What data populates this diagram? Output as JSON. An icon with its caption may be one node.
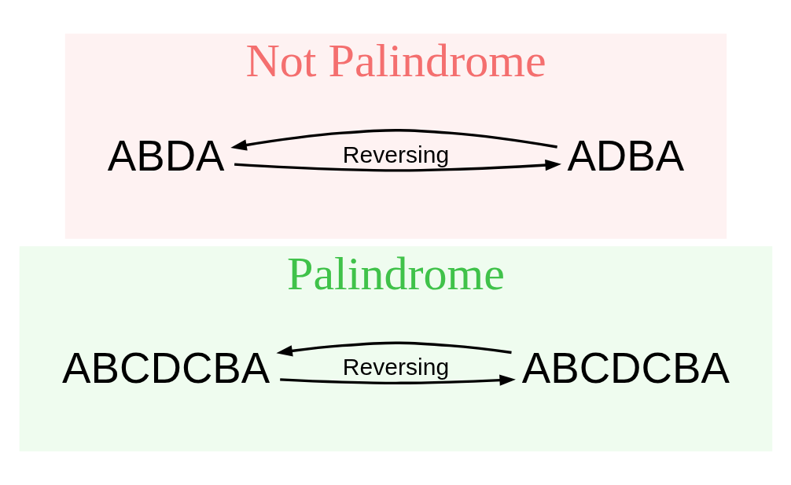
{
  "diagram": {
    "nodes": [
      {
        "text": [
          "Palindrome"
        ]
      },
      {
        "text": [
          "ABCDCBA"
        ],
        "in": 0
      },
      {
        "text": [
          "ABCDCBA"
        ],
        "in": 0
      },
      {
        "text": [
          "Not Palindrome"
        ]
      },
      {
        "text": [
          "ABDA"
        ],
        "in": 3
      },
      {
        "text": [
          "ADBA"
        ],
        "in": 3
      }
    ],
    "edges": [
      {
        "from": 2,
        "to": 1,
        "arrow": "to"
      },
      {
        "from": 1,
        "to": 2,
        "arrow": "to",
        "label": "Reversing"
      },
      {
        "from": 5,
        "to": 4,
        "arrow": "to"
      },
      {
        "from": 4,
        "to": 5,
        "arrow": "to",
        "label": "Reversing"
      }
    ]
  }
}
